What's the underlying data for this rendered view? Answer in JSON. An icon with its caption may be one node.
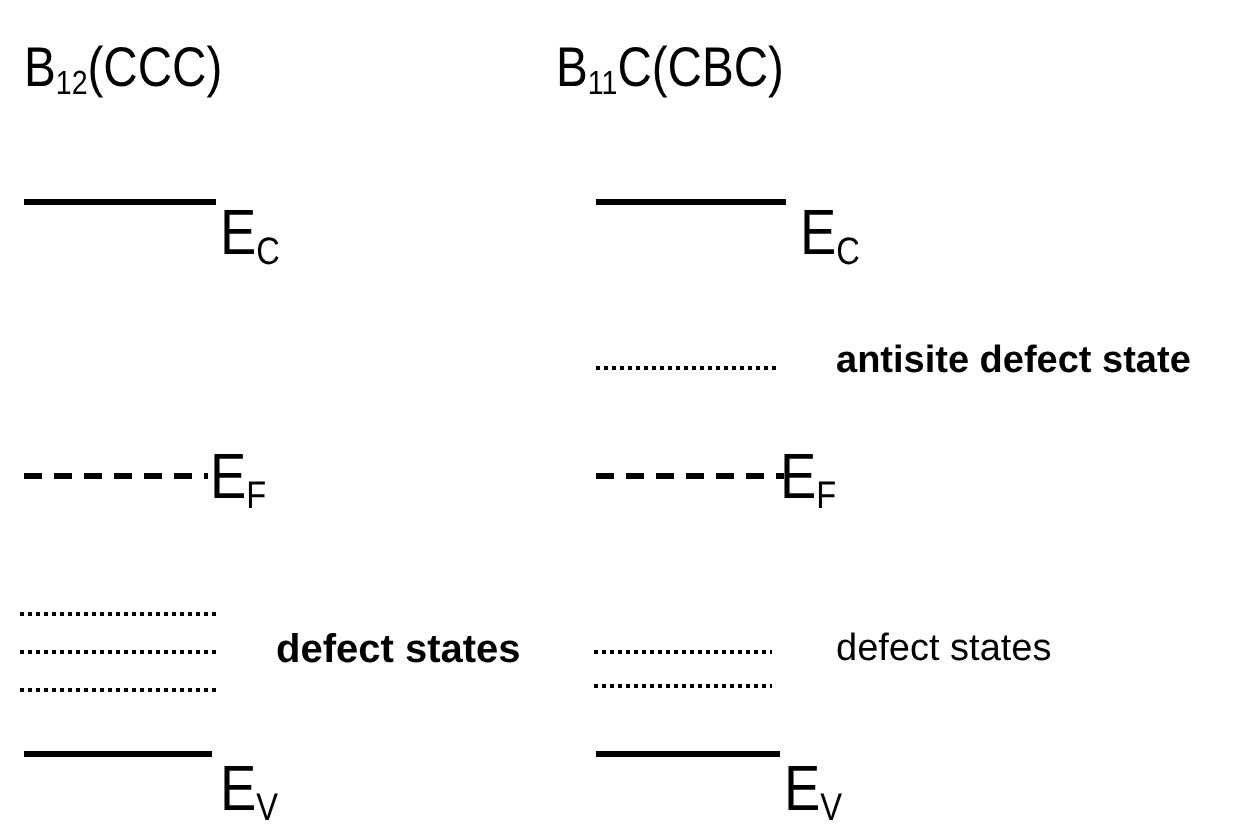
{
  "diagram": {
    "labels": [
      "B$_{12}$(CCC)",
      "B$_{11}$C(CBC)",
      "E$_{C}$",
      "E$_{C}$",
      "antisite defect state",
      "E$_{F}$",
      "E$_{F}$",
      "defect states",
      "defect states",
      "E$_{V}$",
      "E$_{V}$"
    ]
  }
}
